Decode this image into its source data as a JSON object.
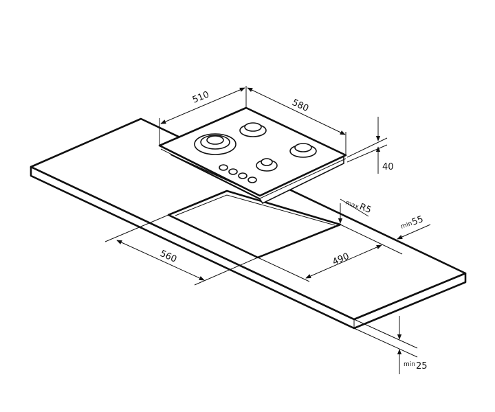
{
  "diagram": {
    "type": "hob built-in installation dimensions",
    "units": "mm",
    "dimensions": {
      "hob_depth": "510",
      "hob_width": "580",
      "hob_height": "40",
      "cutout_width": "560",
      "cutout_depth": "490",
      "corner_radius_prefix": "max",
      "corner_radius": "R5",
      "edge_distance_prefix": "min",
      "edge_distance": "55",
      "worktop_thickness_prefix": "min",
      "worktop_thickness": "25"
    }
  }
}
